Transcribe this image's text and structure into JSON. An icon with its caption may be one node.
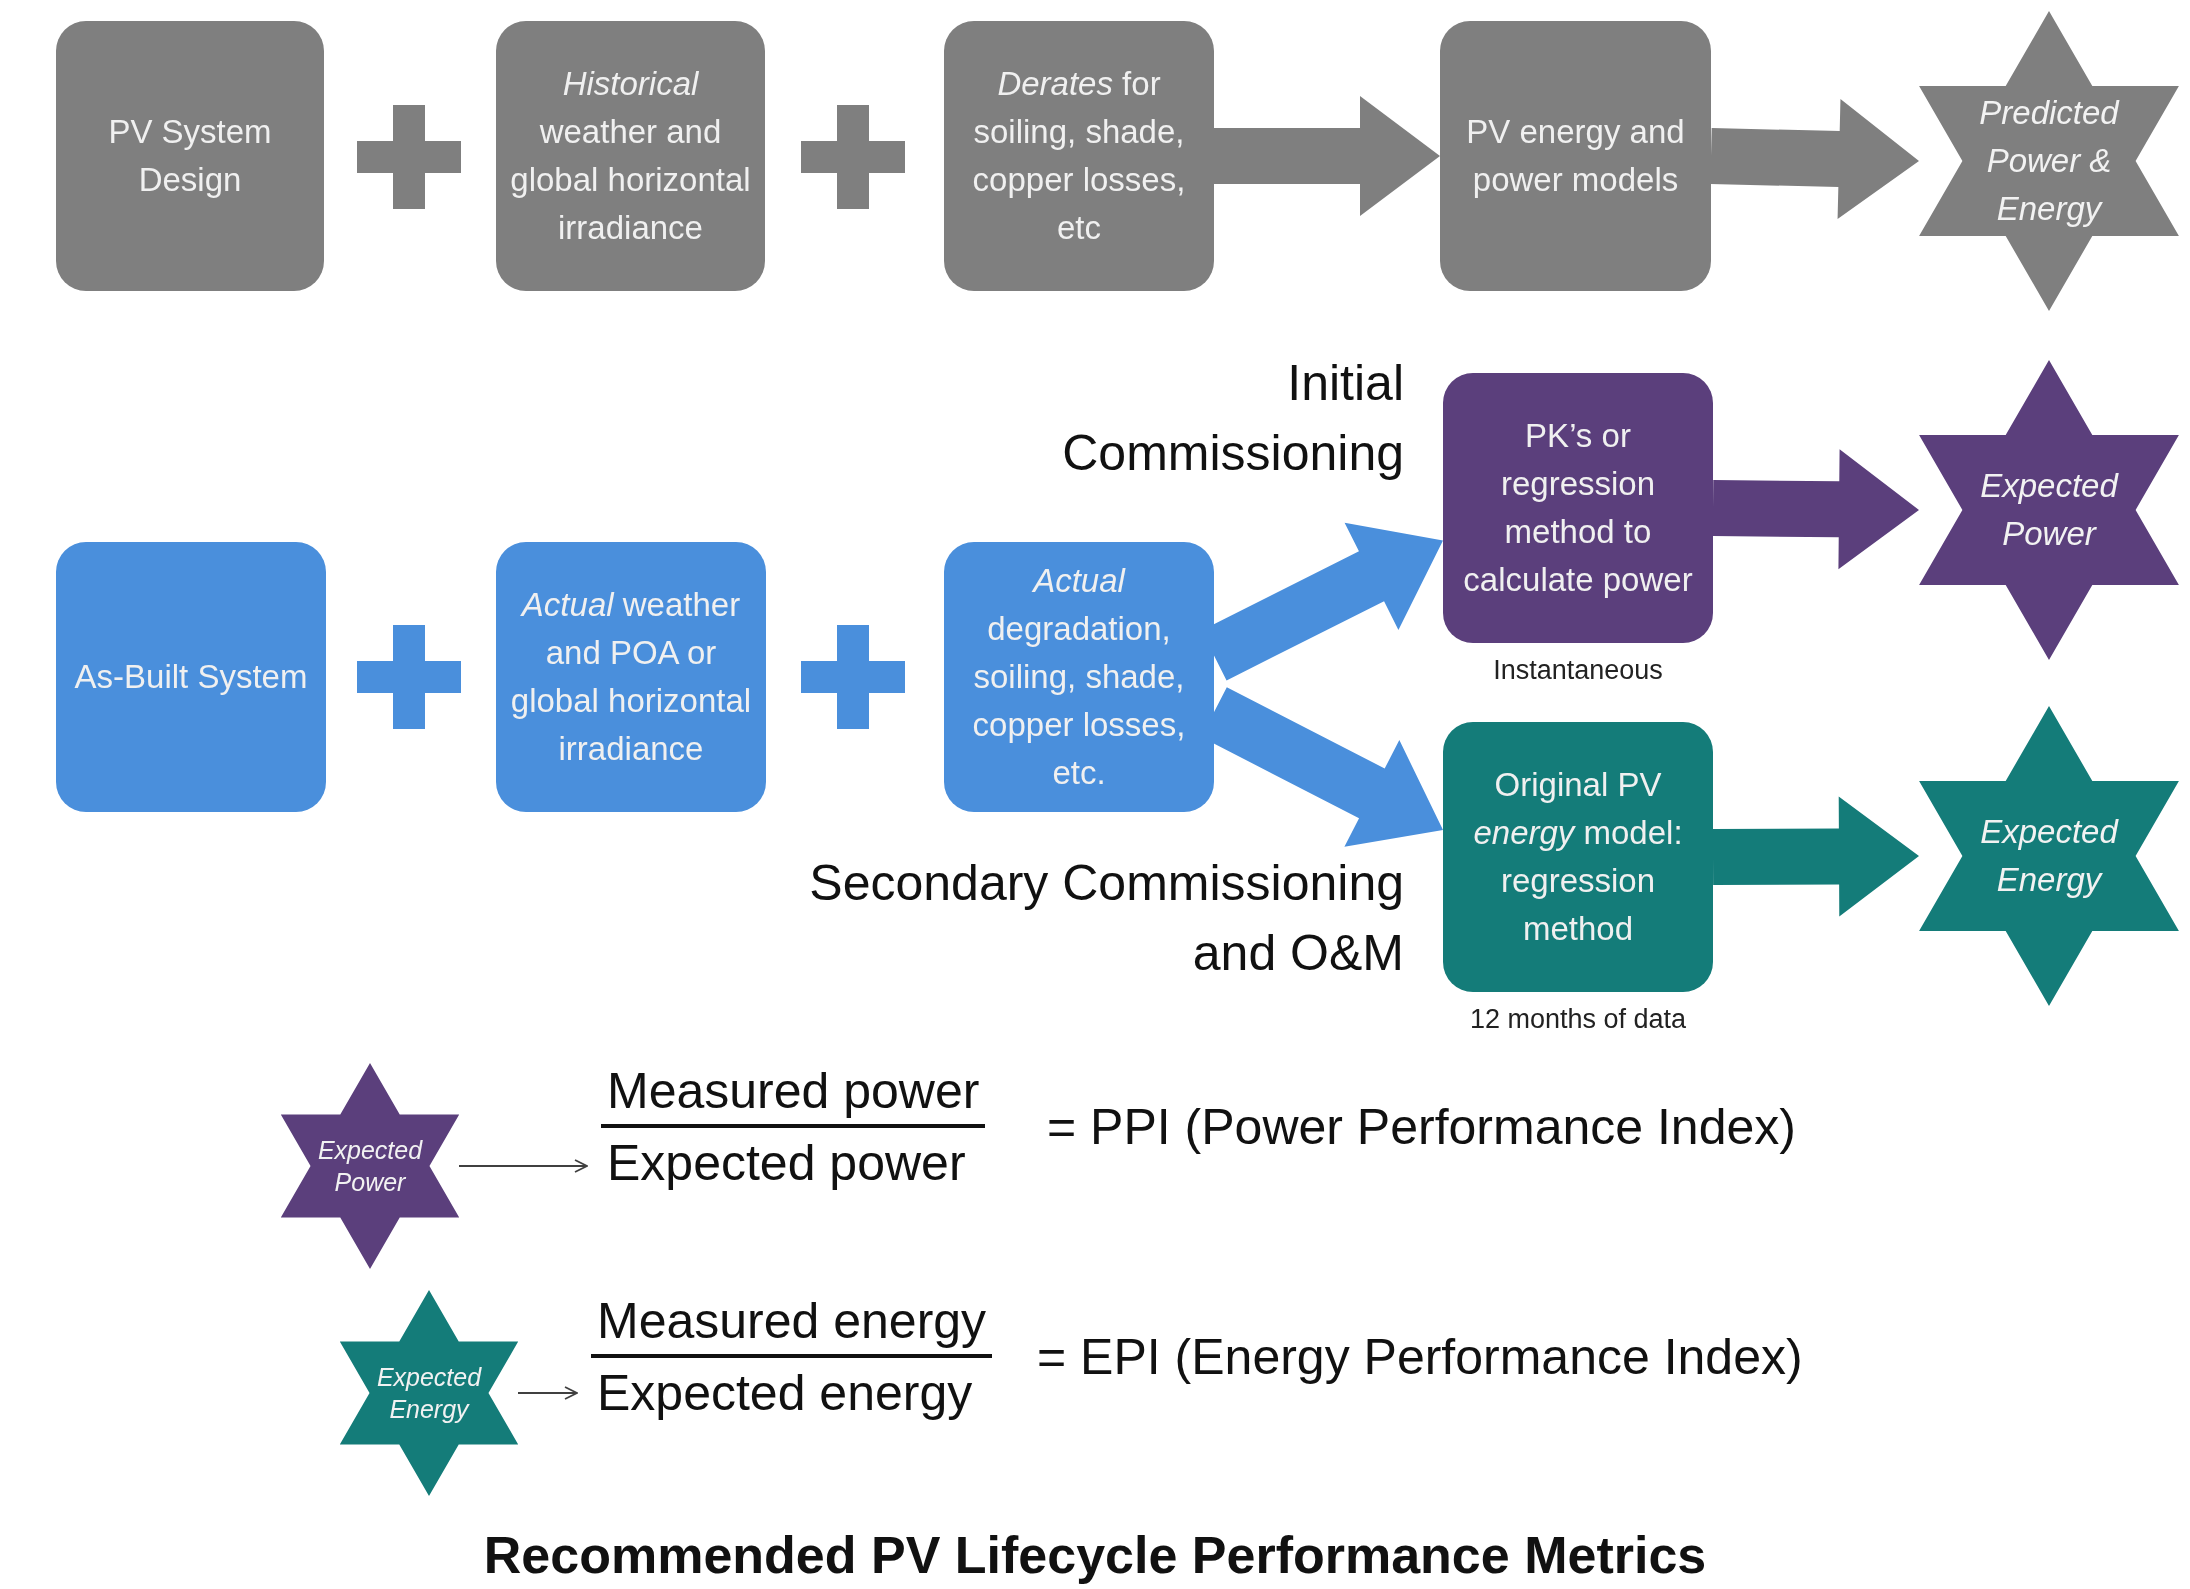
{
  "diagram": {
    "title": "Recommended PV Lifecycle Performance Metrics",
    "nodes": [
      {
        "text": [
          "PV System Design"
        ]
      },
      {
        "text": [
          "*Historical* weather and global horizontal irradiance"
        ]
      },
      {
        "text": [
          "*Derates* for soiling, shade, copper losses, etc"
        ]
      },
      {
        "text": [
          "PV energy and power models"
        ]
      },
      {
        "text": [
          "Predicted Power & Energy"
        ]
      },
      {
        "text": [
          "As-Built System"
        ]
      },
      {
        "text": [
          "*Actual* weather and POA or global horizontal irradiance"
        ]
      },
      {
        "text": [
          "*Actual* degradation, soiling, shade, copper losses, etc."
        ]
      },
      {
        "text": [
          "PK’s or regression method to calculate power"
        ],
        "beside": [
          "Instantaneous"
        ]
      },
      {
        "text": [
          "Expected Power"
        ]
      },
      {
        "text": [
          "Original PV *energy* model: regression method"
        ],
        "beside": [
          "12 months of data"
        ]
      },
      {
        "text": [
          "Expected Energy"
        ]
      },
      {
        "text": [
          "Expected Power"
        ]
      },
      {
        "text": [
          "Expected Energy"
        ]
      },
      {
        "text": [
          "Measured power",
          "Expected power",
          "= PPI (Power Performance Index)"
        ]
      },
      {
        "text": [
          "Measured energy",
          "Expected energy",
          "= EPI (Energy Performance Index)"
        ]
      }
    ],
    "edges": [
      {
        "from": 3,
        "to": 4,
        "arrow": "to",
        "style": "thick",
        "color": "#7f7f7f"
      },
      {
        "from": 2,
        "to": 3,
        "arrow": "to",
        "style": "thick",
        "color": "#7f7f7f"
      },
      {
        "from": 7,
        "to": 8,
        "arrow": "to",
        "style": "thick",
        "color": "#4a8fdc",
        "label": "Initial Commissioning"
      },
      {
        "from": 7,
        "to": 10,
        "arrow": "to",
        "style": "thick",
        "color": "#4a8fdc",
        "label": "Secondary Commissioning and O&M"
      },
      {
        "from": 8,
        "to": 9,
        "arrow": "to",
        "style": "thick",
        "color": "#5b3f7c"
      },
      {
        "from": 10,
        "to": 11,
        "arrow": "to",
        "style": "thick",
        "color": "#147c79"
      },
      {
        "from": 12,
        "to": 14,
        "arrow": "to",
        "color": "#404040"
      },
      {
        "from": 13,
        "to": 15,
        "arrow": "to",
        "color": "#404040"
      }
    ]
  }
}
